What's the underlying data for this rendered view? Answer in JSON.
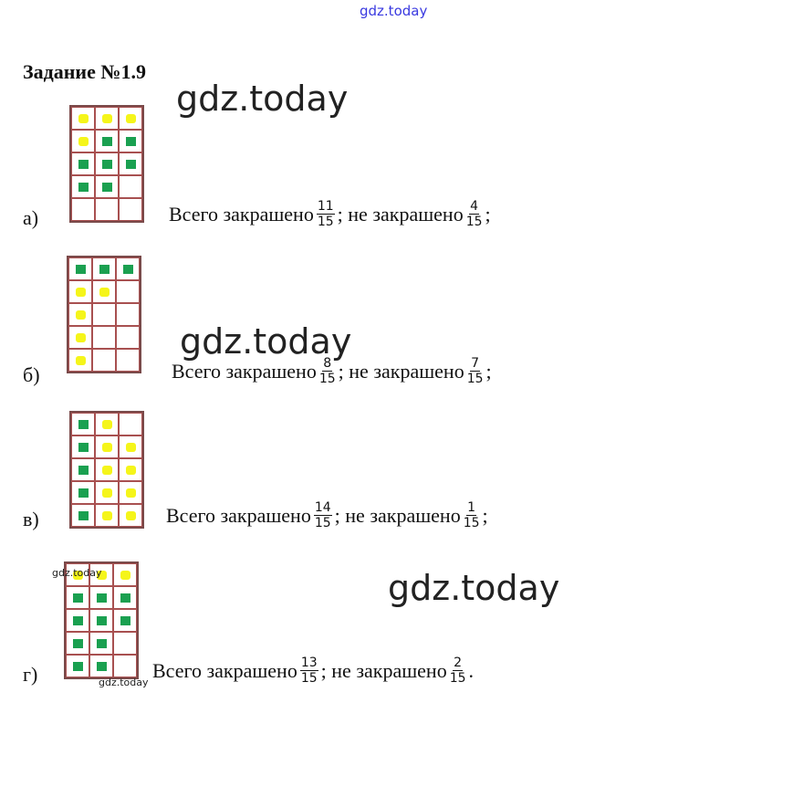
{
  "watermark_top": "gdz.today",
  "watermarks": [
    "gdz.today",
    "gdz.today",
    "gdz.today",
    "gdz.today",
    "gdz.today"
  ],
  "title": "Задание №1.9",
  "items": [
    {
      "label": "а)",
      "text1": "Всего закрашено",
      "num1": "11",
      "den1": "15",
      "text2": "; не закрашено",
      "num2": "4",
      "den2": "15",
      "end": ";",
      "grid": [
        [
          "y",
          "y",
          "y"
        ],
        [
          "y",
          "g",
          "g"
        ],
        [
          "g",
          "g",
          "g"
        ],
        [
          "g",
          "g",
          ""
        ],
        [
          "",
          "",
          ""
        ]
      ]
    },
    {
      "label": "б)",
      "text1": "Всего закрашено",
      "num1": "8",
      "den1": "15",
      "text2": "; не закрашено",
      "num2": "7",
      "den2": "15",
      "end": ";",
      "grid": [
        [
          "g",
          "g",
          "g"
        ],
        [
          "y",
          "y",
          ""
        ],
        [
          "y",
          "",
          ""
        ],
        [
          "y",
          "",
          ""
        ],
        [
          "y",
          "",
          ""
        ]
      ]
    },
    {
      "label": "в)",
      "text1": "Всего закрашено",
      "num1": "14",
      "den1": "15",
      "text2": "; не закрашено",
      "num2": "1",
      "den2": "15",
      "end": ";",
      "grid": [
        [
          "g",
          "y",
          ""
        ],
        [
          "g",
          "y",
          "y"
        ],
        [
          "g",
          "y",
          "y"
        ],
        [
          "g",
          "y",
          "y"
        ],
        [
          "g",
          "y",
          "y"
        ]
      ]
    },
    {
      "label": "г)",
      "text1": "Всего закрашено",
      "num1": "13",
      "den1": "15",
      "text2": "; не закрашено",
      "num2": "2",
      "den2": "15",
      "end": ".",
      "grid": [
        [
          "y",
          "y",
          "y"
        ],
        [
          "g",
          "g",
          "g"
        ],
        [
          "g",
          "g",
          "g"
        ],
        [
          "g",
          "g",
          ""
        ],
        [
          "g",
          "g",
          ""
        ]
      ]
    }
  ]
}
